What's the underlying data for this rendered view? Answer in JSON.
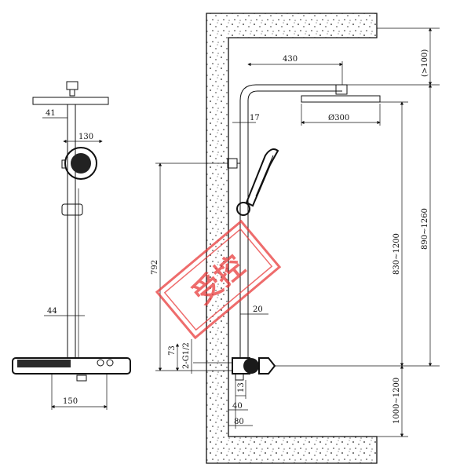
{
  "drawing": {
    "front_view": {
      "dims": {
        "top_arm_41": "41",
        "handset_130": "130",
        "rail_44": "44",
        "base_150": "150"
      }
    },
    "side_view": {
      "dims": {
        "arm_430": "430",
        "clearance": "(>100)",
        "offset_17": "17",
        "head_diameter": "Ø300",
        "height_792": "792",
        "height_830_1200": "830~1200",
        "height_890_1260": "890~1260",
        "offset_20": "20",
        "offset_73": "73",
        "thread": "2-G1/2",
        "bottom_13": "13",
        "bottom_40": "40",
        "bottom_80": "80",
        "floor_1000_1200": "1000~1200"
      }
    },
    "watermark": {
      "text": "受控",
      "color": "#e83b3b"
    }
  }
}
